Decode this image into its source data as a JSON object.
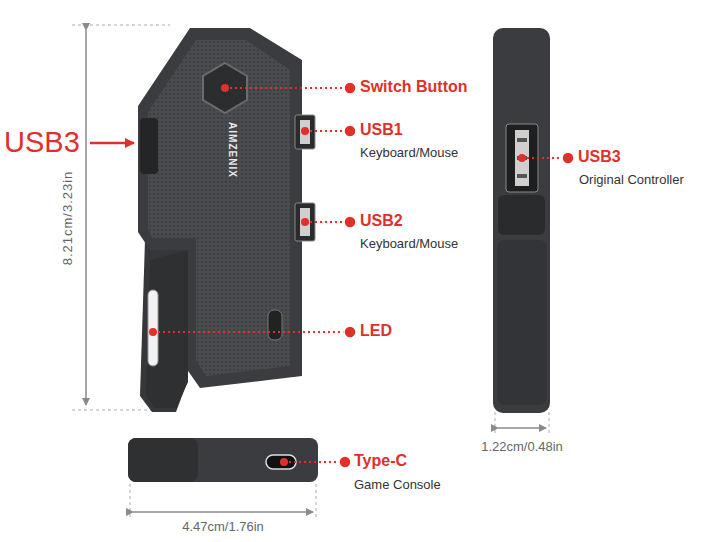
{
  "diagram": {
    "labels": [
      "USB3",
      "8.21cm/3.23in",
      "AIMZENIX",
      "Switch Button",
      "USB1",
      "Keyboard/Mouse",
      "USB2",
      "Keyboard/Mouse",
      "LED",
      "USB3",
      "Original Controller",
      "Type-C",
      "Game Console",
      "1.22cm/0.48in",
      "4.47cm/1.76in"
    ]
  }
}
